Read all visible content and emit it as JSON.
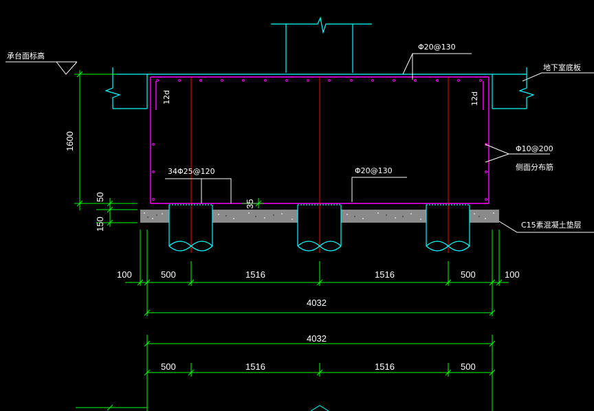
{
  "labels": {
    "cap_top_elevation": "承台面标高",
    "basement_slab": "地下室底板",
    "top_rebar": "Φ20@130",
    "side_rebar": "Φ10@200",
    "side_rebar_desc": "侧面分布筋",
    "bottom_main_rebar": "34Φ25@120",
    "bottom_rebar": "Φ20@130",
    "cushion": "C15素混凝土垫层",
    "anchor_left": "12d",
    "anchor_right": "12d"
  },
  "dimensions": {
    "height_1600": "1600",
    "offset_50": "50",
    "cushion_150": "150",
    "cover_35": "35",
    "row1": [
      "100",
      "500",
      "1516",
      "1516",
      "500",
      "100"
    ],
    "total_a": "4032",
    "total_b": "4032",
    "row2": [
      "500",
      "1516",
      "1516",
      "500"
    ]
  },
  "colors": {
    "cyan": "#00ffff",
    "magenta": "#ff00ff",
    "green": "#00ff00",
    "red": "#ff0000",
    "white": "#ffffff"
  }
}
